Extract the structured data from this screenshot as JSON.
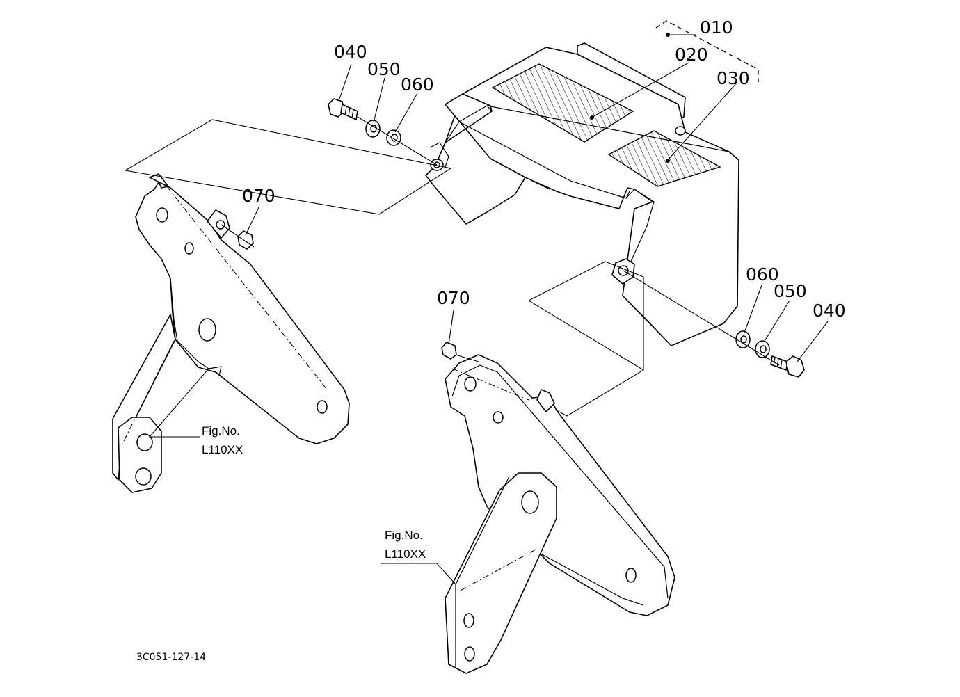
{
  "parts": [
    {
      "id": "p010",
      "number": "010"
    },
    {
      "id": "p020",
      "number": "020"
    },
    {
      "id": "p030",
      "number": "030"
    },
    {
      "id": "p040a",
      "number": "040"
    },
    {
      "id": "p050a",
      "number": "050"
    },
    {
      "id": "p060a",
      "number": "060"
    },
    {
      "id": "p070a",
      "number": "070"
    },
    {
      "id": "p070b",
      "number": "070"
    },
    {
      "id": "p060b",
      "number": "060"
    },
    {
      "id": "p050b",
      "number": "050"
    },
    {
      "id": "p040b",
      "number": "040"
    }
  ],
  "references": [
    {
      "line1": "Fig.No.",
      "line2": "L110XX"
    },
    {
      "line1": "Fig.No.",
      "line2": "L110XX"
    }
  ],
  "diagram_code": "3C051-127-14"
}
